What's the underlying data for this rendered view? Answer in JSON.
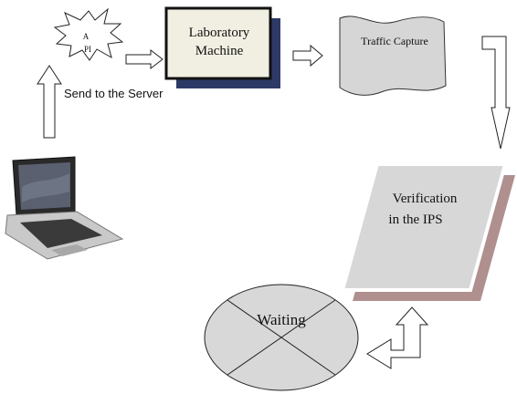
{
  "diagram": {
    "attack_burst": {
      "line1": "A",
      "line2": "PI"
    },
    "lab_machine": {
      "line1": "Laboratory",
      "line2": "Machine"
    },
    "traffic_capture": {
      "label": "Traffic Capture"
    },
    "send_label": "Send to the Server",
    "verification": {
      "line1": "Verification",
      "line2": "in the IPS"
    },
    "waiting": {
      "label": "Waiting"
    },
    "laptop": {
      "icon": "laptop-icon"
    }
  },
  "colors": {
    "lab_box_fill": "#f1efe2",
    "lab_box_shadow": "#2e3a66",
    "document_fill": "#d6d6d6",
    "verification_fill": "#d7d7d7",
    "verification_shadow": "#b08f8f",
    "waiting_fill": "#d8d8d8"
  }
}
